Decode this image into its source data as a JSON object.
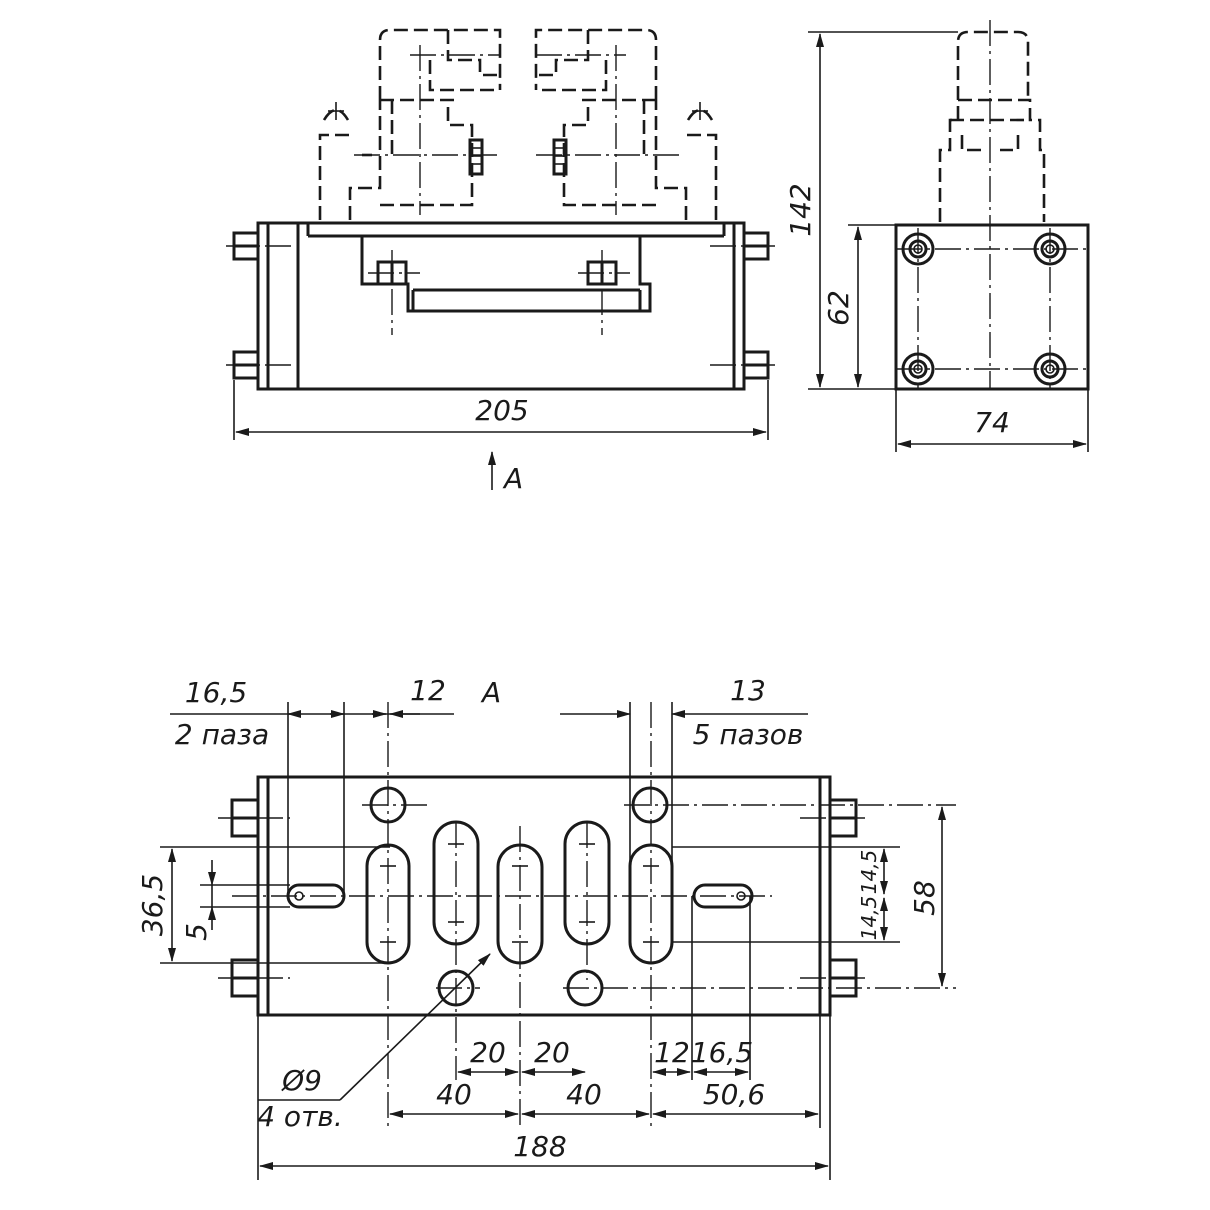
{
  "front_view": {
    "length_dim": "205",
    "view_arrow_label": "A"
  },
  "side_view": {
    "height_total_dim": "142",
    "height_body_dim": "62",
    "width_dim": "74"
  },
  "view_a": {
    "title": "A",
    "slot_width_left": "16,5",
    "slot_left_note": "2 паза",
    "slot_gap_left": "12",
    "slot_width_right": "13",
    "slot_right_note": "5 пазов",
    "height_left_dim": "36,5",
    "small_offset_dim": "5",
    "right_upper_dim": "14,5",
    "right_lower_dim": "14,5",
    "height_right_dim": "58",
    "hole_dia": "Ø9",
    "hole_count": "4 отв.",
    "pitch_1": "20",
    "pitch_2": "20",
    "pitch_3": "12",
    "pitch_4": "16,5",
    "span_1": "40",
    "span_2": "40",
    "span_3": "50,6",
    "overall_dim": "188"
  }
}
